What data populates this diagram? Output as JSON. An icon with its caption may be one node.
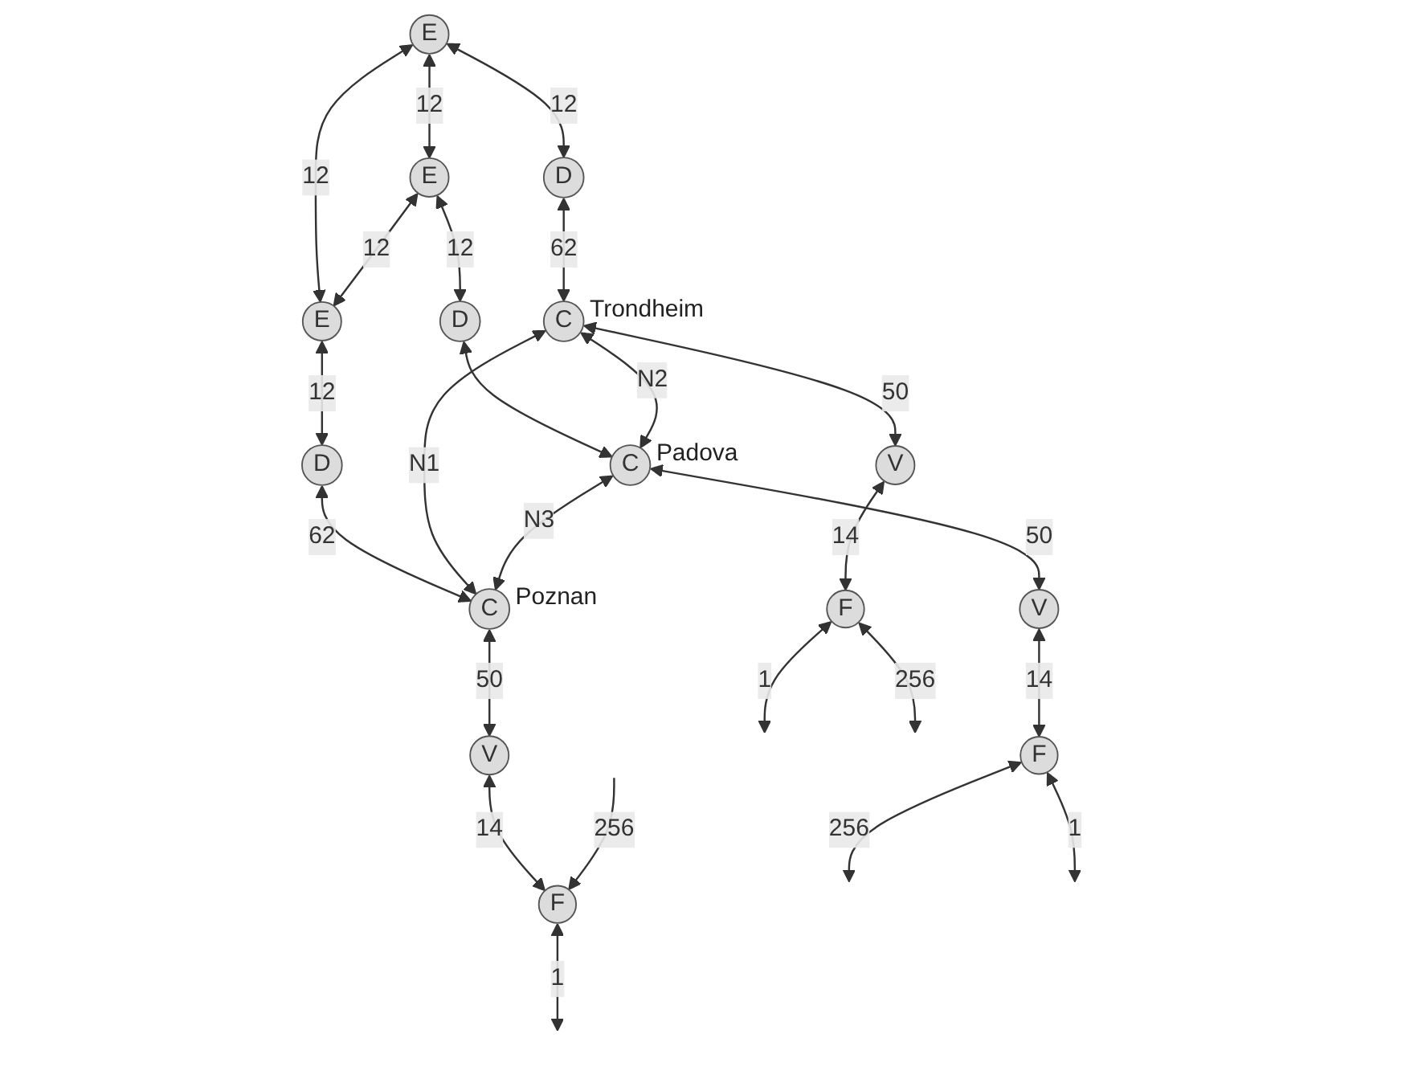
{
  "diagram": {
    "nodes": [
      {
        "text": [
          "E"
        ]
      },
      {
        "text": [
          "E"
        ]
      },
      {
        "text": [
          "E"
        ]
      },
      {
        "text": [
          "D"
        ]
      },
      {
        "text": [
          "D"
        ]
      },
      {
        "text": [
          "D"
        ]
      },
      {
        "text": [
          "C"
        ],
        "beside": [
          "Trondheim"
        ]
      },
      {
        "text": [
          "C"
        ],
        "beside": [
          "Poznan"
        ]
      },
      {
        "text": [
          "C"
        ],
        "beside": [
          "Padova"
        ]
      },
      {
        "text": [
          "V"
        ]
      },
      {
        "text": [
          "V"
        ]
      },
      {
        "text": [
          "V"
        ]
      },
      {
        "text": [
          "F"
        ]
      },
      {
        "text": [
          "F"
        ]
      },
      {
        "text": [
          "F"
        ]
      }
    ],
    "edges": [
      {
        "from": 0,
        "to": 2,
        "arrow": "both",
        "label": "12"
      },
      {
        "from": 0,
        "to": 1,
        "arrow": "both",
        "label": "12"
      },
      {
        "from": 1,
        "to": 2,
        "arrow": "both",
        "label": "12"
      },
      {
        "from": 0,
        "to": 3,
        "arrow": "both",
        "label": "12"
      },
      {
        "from": 1,
        "to": 4,
        "arrow": "both",
        "label": "12"
      },
      {
        "from": 2,
        "to": 5,
        "arrow": "both",
        "label": "12"
      },
      {
        "from": 3,
        "to": 6,
        "arrow": "both",
        "label": "62"
      },
      {
        "from": 5,
        "to": 7,
        "arrow": "both",
        "label": "62"
      },
      {
        "from": 4,
        "to": 8,
        "arrow": "both"
      },
      {
        "from": 6,
        "to": 7,
        "arrow": "both",
        "label": "N1"
      },
      {
        "from": 6,
        "to": 8,
        "arrow": "both",
        "label": "N2"
      },
      {
        "from": 8,
        "to": 7,
        "arrow": "both",
        "label": "N3"
      },
      {
        "from": 6,
        "to": 9,
        "arrow": "both",
        "label": "50"
      },
      {
        "from": 8,
        "to": 10,
        "arrow": "both",
        "label": "50"
      },
      {
        "from": 7,
        "to": 11,
        "arrow": "both",
        "label": "50"
      },
      {
        "from": 9,
        "to": 12,
        "arrow": "both",
        "label": "14"
      },
      {
        "from": 10,
        "to": 13,
        "arrow": "both",
        "label": "14"
      },
      {
        "from": 11,
        "to": 14,
        "arrow": "both",
        "label": "14"
      },
      {
        "from": 12,
        "to": null,
        "arrow": "both",
        "label": "1"
      },
      {
        "from": 12,
        "to": null,
        "arrow": "both",
        "label": "256"
      },
      {
        "from": 13,
        "to": null,
        "arrow": "both",
        "label": "256"
      },
      {
        "from": 13,
        "to": null,
        "arrow": "both",
        "label": "1"
      },
      {
        "from": null,
        "to": 14,
        "arrow": "to",
        "label": "256"
      },
      {
        "from": 14,
        "to": null,
        "arrow": "both",
        "label": "1"
      }
    ]
  }
}
